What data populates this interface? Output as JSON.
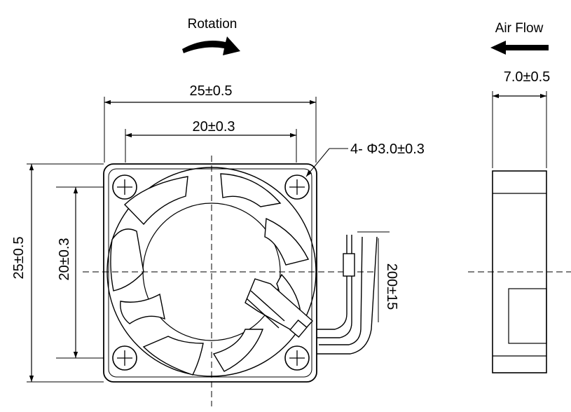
{
  "front_view": {
    "rotation_label": "Rotation",
    "width_outer": "25±0.5",
    "width_inner": "20±0.3",
    "height_outer": "25±0.5",
    "height_inner": "20±0.3",
    "hole_callout": "4- Φ3.0±0.3",
    "cable_length": "200±15"
  },
  "side_view": {
    "airflow_label": "Air Flow",
    "thickness": "7.0±0.5"
  },
  "colors": {
    "line": "#000000",
    "background": "#ffffff"
  }
}
